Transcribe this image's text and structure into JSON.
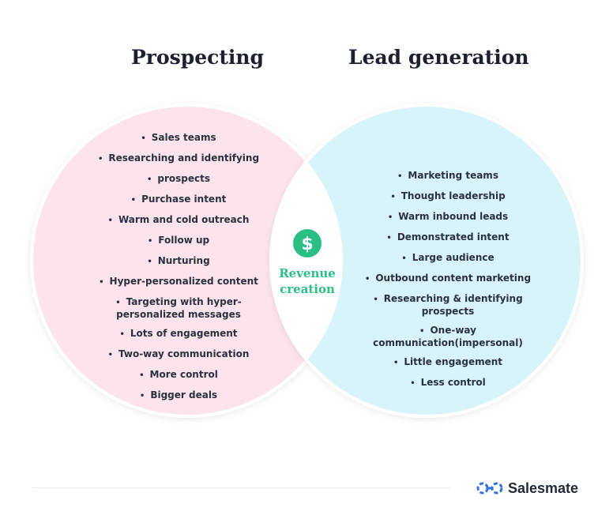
{
  "titles": {
    "left": "Prospecting",
    "right": "Lead generation"
  },
  "prospecting": [
    "Sales teams",
    "Researching and identifying",
    "prospects",
    "Purchase intent",
    "Warm and cold outreach",
    "Follow up",
    "Nurturing",
    "Hyper-personalized content",
    "Targeting with hyper-personalized messages",
    "Lots of engagement",
    "Two-way communication",
    "More control",
    "Bigger deals"
  ],
  "lead_generation": [
    "Marketing teams",
    "Thought leadership",
    "Warm inbound leads",
    "Demonstrated intent",
    "Large audience",
    "Outbound content marketing",
    "Researching & identifying prospects",
    "One-way communication(impersonal)",
    "Little engagement",
    "Less control"
  ],
  "center": {
    "label": "Revenue creation",
    "icon": "dollar-icon"
  },
  "brand": {
    "name": "Salesmate",
    "icon": "salesmate-logo-icon"
  },
  "colors": {
    "left_circle": "#fde4ec",
    "right_circle": "#d8f4fb",
    "overlap": "#ffffff",
    "accent": "#2bbf85",
    "brand": "#2f6fe4"
  }
}
